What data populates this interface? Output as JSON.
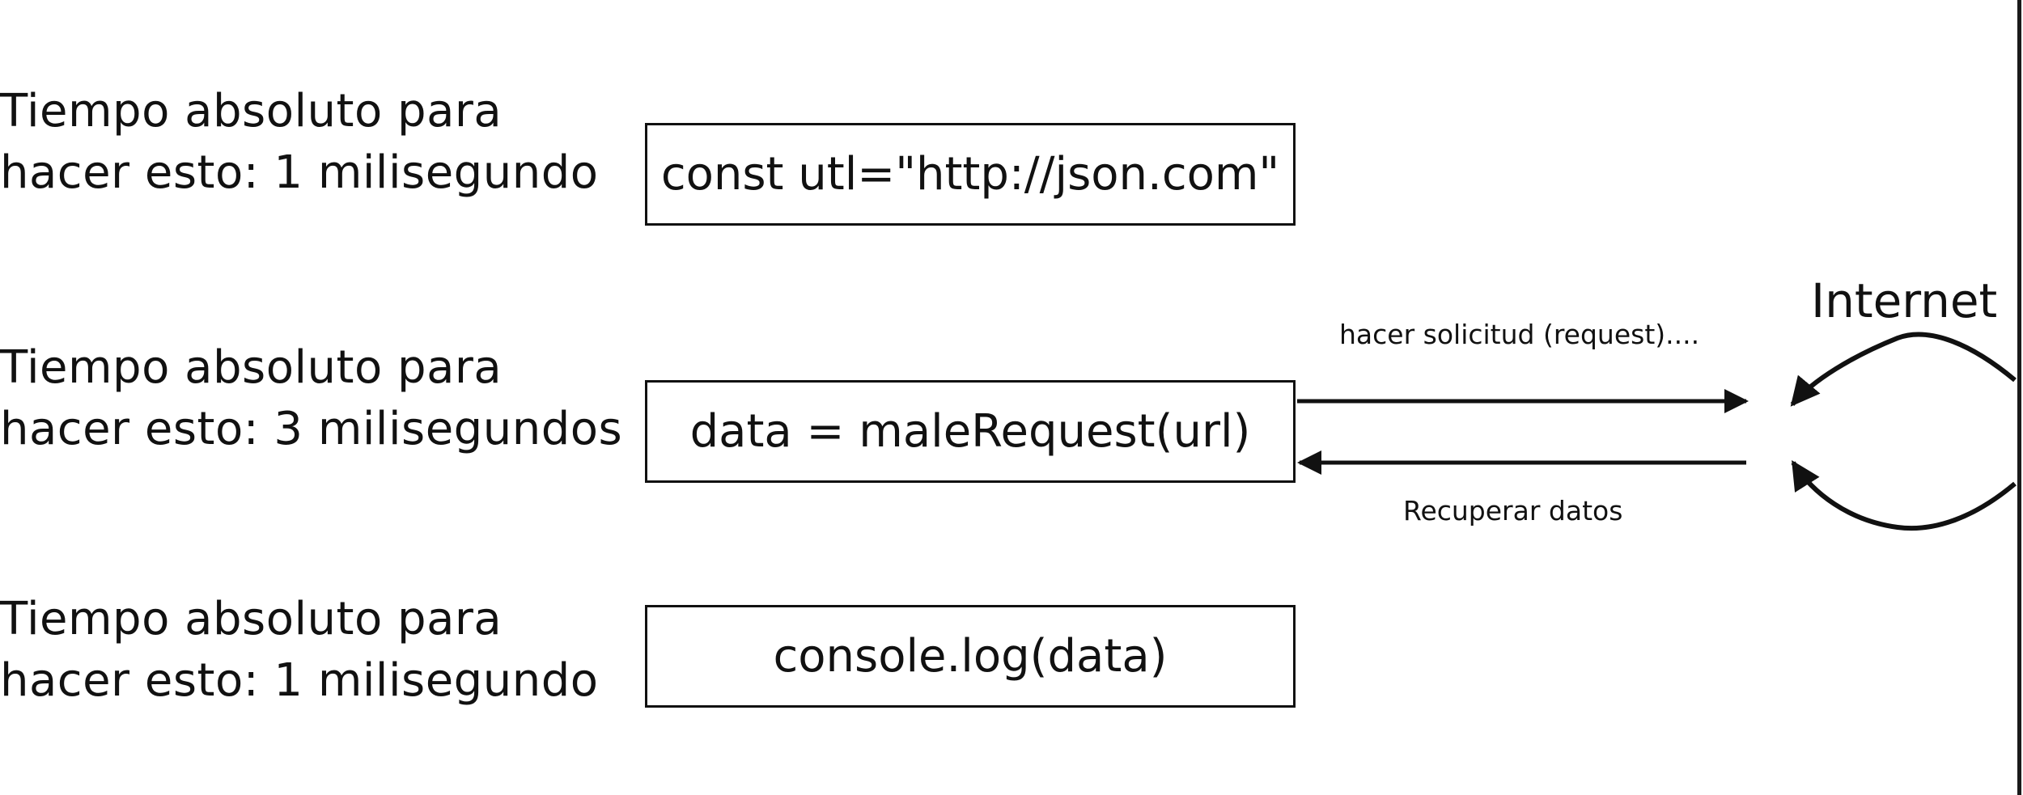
{
  "steps": [
    {
      "time_line1": "Tiempo absoluto para",
      "time_line2": "hacer esto: 1 milisegundo",
      "code": "const utl=\"http://json.com\""
    },
    {
      "time_line1": "Tiempo absoluto para",
      "time_line2": "hacer esto: 3 milisegundos",
      "code": "data = maleRequest(url)"
    },
    {
      "time_line1": "Tiempo absoluto para",
      "time_line2": "hacer esto: 1 milisegundo",
      "code": "console.log(data)"
    }
  ],
  "network": {
    "request_label": "hacer solicitud (request)....",
    "response_label": "Recuperar datos",
    "internet_label": "Internet"
  },
  "colors": {
    "ink": "#111111",
    "background": "#ffffff"
  }
}
